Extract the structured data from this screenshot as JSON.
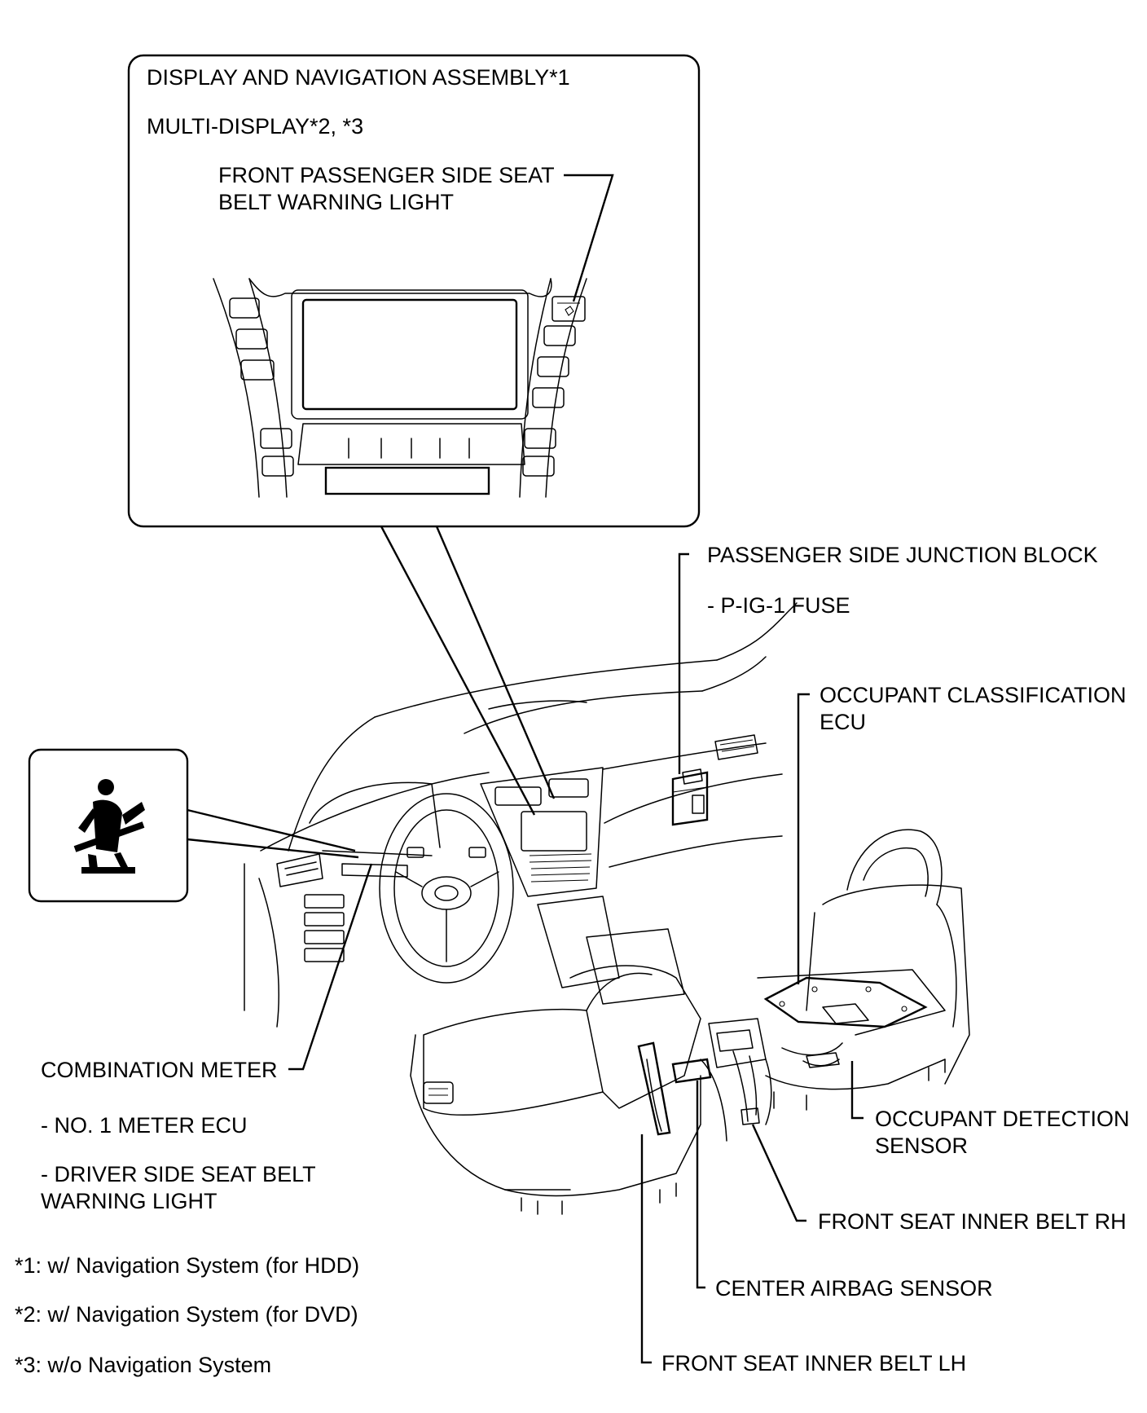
{
  "callout_display": {
    "line1": "DISPLAY AND NAVIGATION ASSEMBLY*1",
    "line2": "MULTI-DISPLAY*2, *3",
    "passenger_light": [
      "FRONT PASSENGER SIDE SEAT",
      "BELT WARNING LIGHT"
    ]
  },
  "labels": {
    "junction_block": "PASSENGER SIDE JUNCTION BLOCK",
    "fuse": "- P-IG-1 FUSE",
    "occupant_ecu": [
      "OCCUPANT CLASSIFICATION",
      "ECU"
    ],
    "combination_meter": "COMBINATION METER",
    "meter_ecu": "- NO. 1 METER ECU",
    "driver_light": [
      "- DRIVER SIDE SEAT BELT",
      "WARNING LIGHT"
    ],
    "occupant_sensor": [
      "OCCUPANT DETECTION",
      "SENSOR"
    ],
    "belt_rh": "FRONT SEAT INNER BELT RH",
    "airbag_sensor": "CENTER AIRBAG SENSOR",
    "belt_lh": "FRONT SEAT INNER BELT LH"
  },
  "footnotes": [
    "*1: w/ Navigation System (for HDD)",
    "*2: w/ Navigation System (for DVD)",
    "*3: w/o Navigation System"
  ],
  "icons": {
    "seatbelt_warning": "seatbelt-warning-icon",
    "passenger_indicator": "passenger-seatbelt-indicator-icon"
  }
}
